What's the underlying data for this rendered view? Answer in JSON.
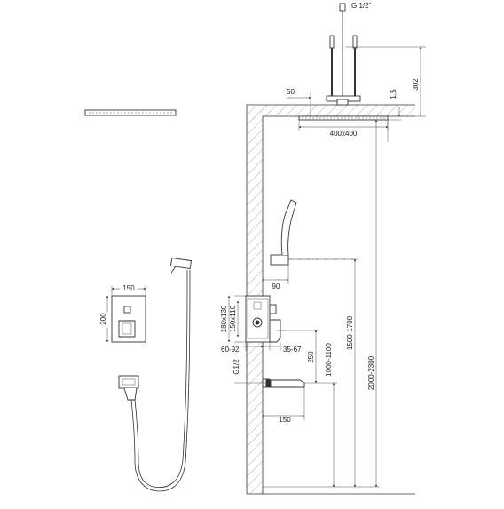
{
  "labels": {
    "pipe_thread_top": "G 1/2\"",
    "offset_50": "50",
    "head_size": "400x400",
    "head_thickness": "1,5",
    "arm_height": "302",
    "holder_offset": "90",
    "box_width": "150",
    "box_height": "200",
    "box_depth_outer": "180x130",
    "box_depth_inner": "150x110",
    "recess_depth": "60-92",
    "projection": "35-67",
    "spout_thread": "G1/2",
    "spout_drop": "250",
    "spout_length": "150",
    "h_spout": "1000-1100",
    "h_holder": "1500-1700",
    "h_head": "2000-2300"
  }
}
